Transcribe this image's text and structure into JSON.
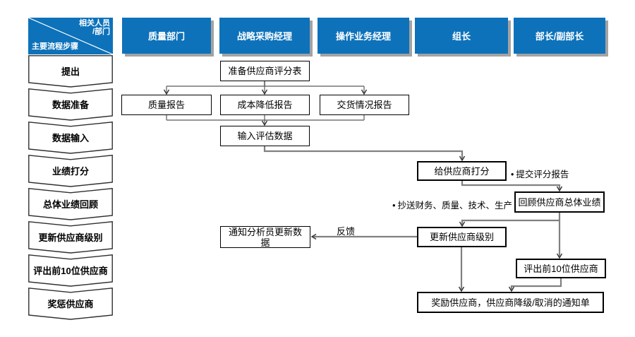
{
  "matrix": {
    "corner": {
      "line1": "相关人员",
      "line2": "/部门",
      "line3": "主要流程步骤"
    },
    "columns": [
      {
        "label": "质量部门"
      },
      {
        "label": "战略采购经理"
      },
      {
        "label": "操作业务经理"
      },
      {
        "label": "组长"
      },
      {
        "label": "部长/副部长"
      }
    ]
  },
  "steps": [
    {
      "label": "提出"
    },
    {
      "label": "数据准备"
    },
    {
      "label": "数据输入"
    },
    {
      "label": "业绩打分"
    },
    {
      "label": "总体业绩回顾"
    },
    {
      "label": "更新供应商级别"
    },
    {
      "label": "评出前10位供应商"
    },
    {
      "label": "奖惩供应商"
    }
  ],
  "nodes": {
    "prepare_form": {
      "label": "准备供应商评分表"
    },
    "quality_report": {
      "label": "质量报告"
    },
    "cost_report": {
      "label": "成本降低报告"
    },
    "delivery_report": {
      "label": "交货情况报告"
    },
    "input_data": {
      "label": "输入评估数据"
    },
    "score_supplier": {
      "label": "给供应商打分"
    },
    "review_performance": {
      "label": "回顾供应商总体业绩"
    },
    "notify_analyst": {
      "label": "通知分析员更新数据"
    },
    "update_level": {
      "label": "更新供应商级别"
    },
    "top10": {
      "label": "评出前10位供应商"
    },
    "reward_notice": {
      "label": "奖励供应商，供应商降级/取消的通知单"
    }
  },
  "annotations": {
    "bullet": "•",
    "submit_report": "提交评分报告",
    "cc_note": "抄送财务、质量、技术、生产",
    "feedback": "反馈"
  },
  "colors": {
    "header_blue": "#0d72ba",
    "header_shadow": "#a3a3a3",
    "box_border": "#000000",
    "connector_thin": "#595959",
    "connector_thick": "#808080",
    "arrowhead": "#333333"
  }
}
